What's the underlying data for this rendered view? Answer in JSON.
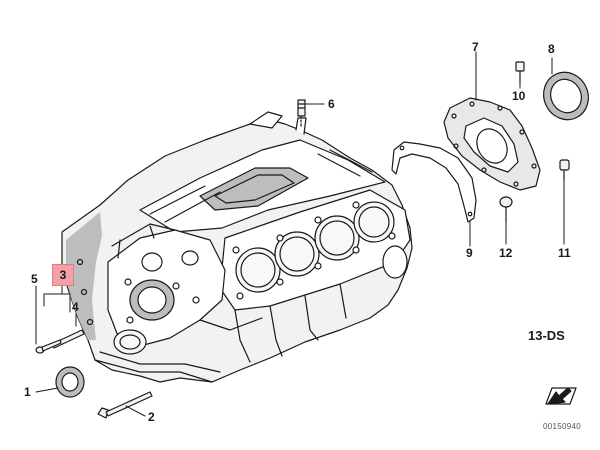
{
  "diagram": {
    "callouts": [
      "1",
      "2",
      "3",
      "4",
      "5",
      "6",
      "7",
      "8",
      "9",
      "10",
      "11",
      "12"
    ],
    "highlighted_callout": "3",
    "highlight_color": "#f4a0a6",
    "reference_code": "13-DS",
    "image_code": "00150940",
    "line_color": "#1a1a1a",
    "part_fill": "#f2f2f2",
    "shadow_fill": "#bdbdbd"
  }
}
